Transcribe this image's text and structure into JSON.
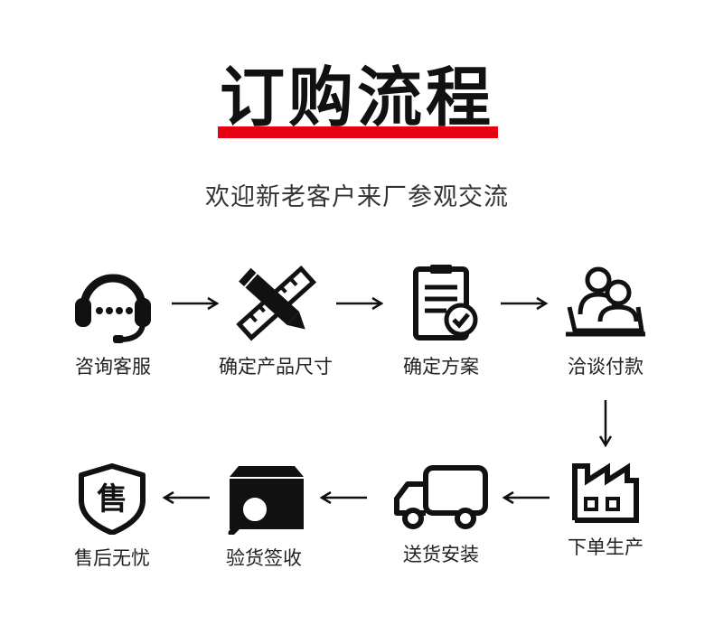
{
  "header": {
    "title": "订购流程",
    "subtitle": "欢迎新老客户来厂参观交流",
    "accent_color": "#e60012"
  },
  "steps": [
    {
      "label": "咨询客服",
      "icon": "headset-icon"
    },
    {
      "label": "确定产品尺寸",
      "icon": "pencil-ruler-icon"
    },
    {
      "label": "确定方案",
      "icon": "clipboard-check-icon"
    },
    {
      "label": "洽谈付款",
      "icon": "meeting-people-icon"
    },
    {
      "label": "下单生产",
      "icon": "factory-icon"
    },
    {
      "label": "送货安装",
      "icon": "truck-icon"
    },
    {
      "label": "验货签收",
      "icon": "box-magnifier-icon"
    },
    {
      "label": "售后无忧",
      "icon": "shield-badge-icon",
      "badge_text": "售"
    }
  ]
}
